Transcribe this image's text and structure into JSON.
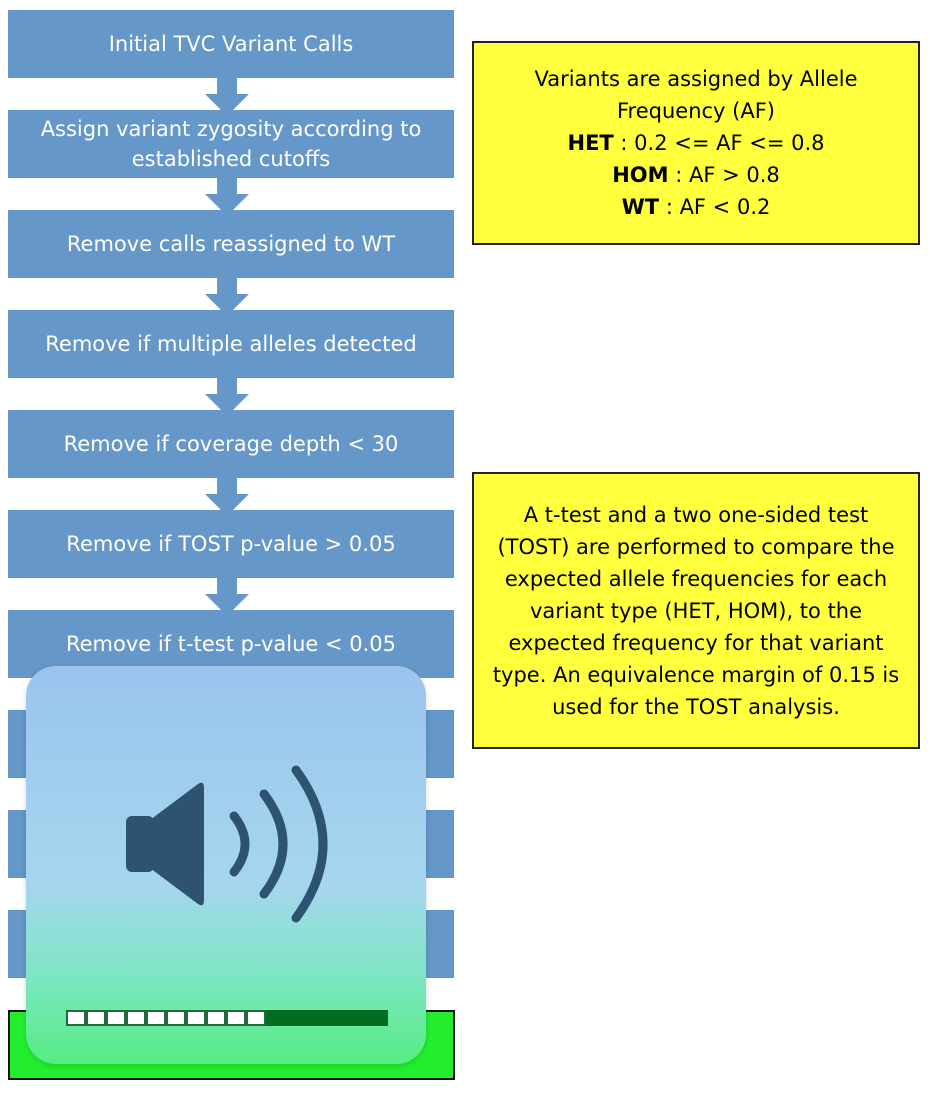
{
  "steps": [
    "Initial TVC Variant Calls",
    "Assign variant zygosity according to established cutoffs",
    "Remove calls reassigned to WT",
    "Remove if multiple alleles detected",
    "Remove if coverage depth < 30",
    "Remove if TOST p-value > 0.05",
    "Remove if t-test p-value < 0.05"
  ],
  "note1": {
    "line1": "Variants are assigned by Allele Frequency (AF)",
    "het_label": "HET",
    "het_rule": " : 0.2 <= AF <= 0.8",
    "hom_label": "HOM",
    "hom_rule": " : AF > 0.8",
    "wt_label": "WT",
    "wt_rule": " : AF < 0.2"
  },
  "note2": {
    "text": "A t-test and a two one-sided test (TOST) are performed to compare the expected allele frequencies for each variant type (HET, HOM), to the expected frequency for that variant type. An equivalence margin of 0.15 is used for the TOST analysis."
  },
  "volume_overlay": {
    "icon": "speaker-high-volume-icon",
    "level_segments_filled": 10,
    "level_fraction": 0.62
  },
  "colors": {
    "step_fill": "#6597c8",
    "note_fill": "#ffff3d",
    "final_box_fill": "#22ee2e",
    "speaker_color": "#2e5370",
    "volume_track": "#066b22"
  }
}
